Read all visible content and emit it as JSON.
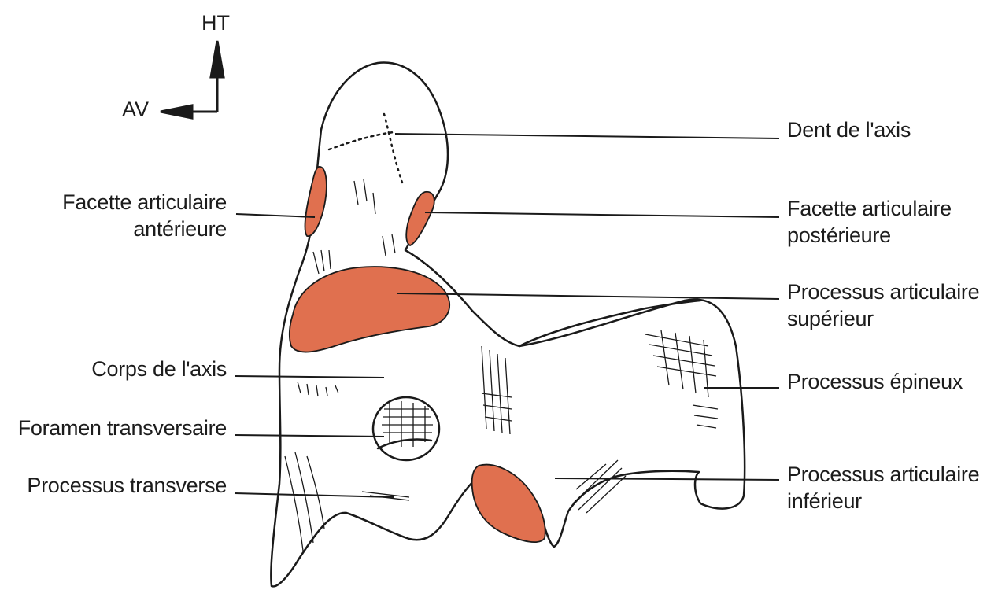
{
  "orientation": {
    "up": "HT",
    "left": "AV"
  },
  "labels": {
    "dent": "Dent de l'axis",
    "facette_post_1": "Facette articulaire",
    "facette_post_2": "postérieure",
    "proc_sup_1": "Processus articulaire",
    "proc_sup_2": "supérieur",
    "proc_epineux": "Processus épineux",
    "proc_inf_1": "Processus articulaire",
    "proc_inf_2": "inférieur",
    "facette_ant_1": "Facette articulaire",
    "facette_ant_2": "antérieure",
    "corps": "Corps de l'axis",
    "foramen": "Foramen transversaire",
    "proc_transverse": "Processus transverse"
  },
  "colors": {
    "facet": "#e0704f",
    "outline": "#1a1a1a",
    "text": "#1c1c1c"
  }
}
